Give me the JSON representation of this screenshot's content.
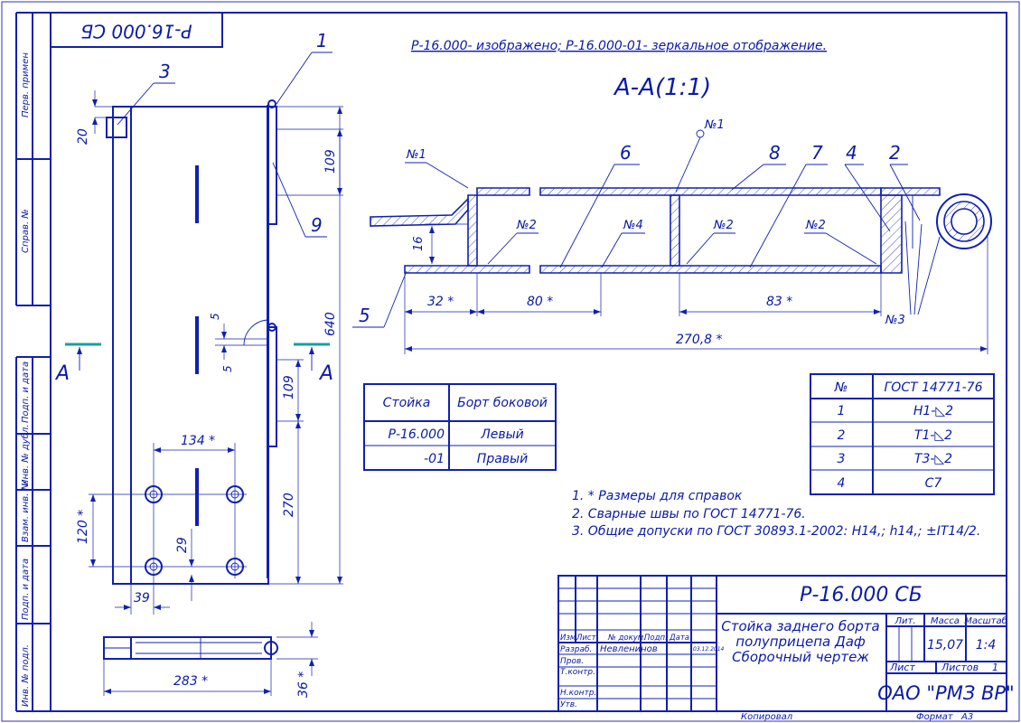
{
  "title_block": {
    "rotated_code": "Р-16.000 СБ",
    "doc_code": "Р-16.000 СБ",
    "name_l1": "Стойка заднего борта",
    "name_l2": "полуприцепа Даф",
    "name_l3": "Сборочный чертеж",
    "lit": "Лит.",
    "mass_label": "Масса",
    "scale_label": "Масштаб",
    "mass": "15,07",
    "scale": "1:4",
    "sheet_label": "Лист",
    "sheets_label": "Листов",
    "sheets": "1",
    "org": "ОАО \"РМЗ ВР\"",
    "izm": "Изм.",
    "list": "Лист",
    "ndoc": "№ докум.",
    "podp": "Подп.",
    "data": "Дата",
    "razrab": "Разраб.",
    "author": "Невленинов",
    "date": "03.12.2014",
    "prov": "Пров.",
    "tkontr": "Т.контр.",
    "nkontr": "Н.контр.",
    "utv": "Утв.",
    "copied": "Копировал",
    "format_label": "Формат",
    "format": "А3"
  },
  "side_stamps": {
    "perv_primen": "Перв. примен",
    "sprav": "Справ. №",
    "podp_data1": "Подп. и дата",
    "inv_dubl": "Инв. № дубл.",
    "vzam_inv": "Взам. инв. №",
    "podp_data2": "Подп. и дата",
    "inv_podl": "Инв. № подл."
  },
  "header_note": "Р-16.000- изображено; Р-16.000-01- зеркальное отображение.",
  "section_title": "А-А(1:1)",
  "callouts": [
    "1",
    "2",
    "3",
    "4",
    "5",
    "6",
    "7",
    "8",
    "9"
  ],
  "weld_marks": {
    "n1": "№1",
    "n2": "№2",
    "n3": "№3",
    "n4": "№4"
  },
  "dims": {
    "d20": "20",
    "d109a": "109",
    "d640": "640",
    "d5a": "5",
    "d5b": "5",
    "d109b": "109",
    "d270": "270",
    "d134": "134 *",
    "d120": "120 *",
    "d29": "29",
    "d39": "39",
    "d283": "283 *",
    "d36": "36 *",
    "d16": "16",
    "d32": "32 *",
    "d80": "80 *",
    "d83": "83 *",
    "d270_8": "270,8 *"
  },
  "section_label": "А",
  "variants_table": {
    "headers": [
      "Стойка",
      "Борт боковой"
    ],
    "rows": [
      [
        "Р-16.000",
        "Левый"
      ],
      [
        "-01",
        "Правый"
      ]
    ]
  },
  "weld_table": {
    "headers": [
      "№",
      "ГОСТ 14771-76"
    ],
    "rows": [
      [
        "1",
        "Н1-◺2"
      ],
      [
        "2",
        "Т1-◺2"
      ],
      [
        "3",
        "Т3-◺2"
      ],
      [
        "4",
        "С7"
      ]
    ]
  },
  "notes": [
    "1.  * Размеры для справок",
    "2.  Сварные швы по ГОСТ 14771-76.",
    "3.  Общие допуски по ГОСТ 30893.1-2002: Н14,; h14,; ±IT14/2."
  ]
}
